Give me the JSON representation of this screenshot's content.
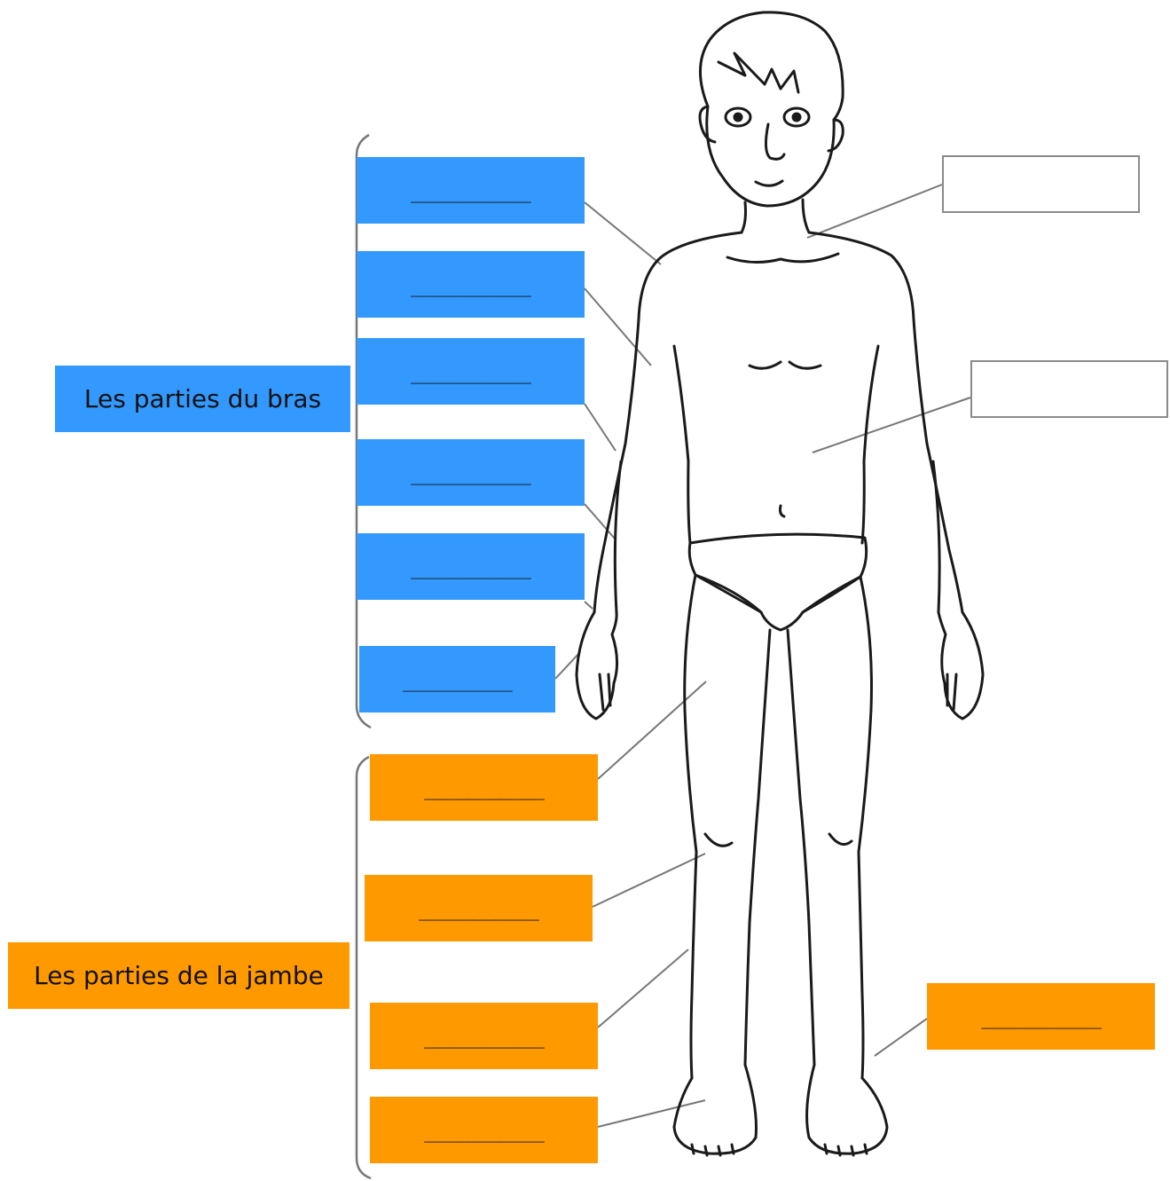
{
  "colors": {
    "arm": "#3399ff",
    "leg": "#ff9900",
    "line": "#777777",
    "outline": "#1a1a1a"
  },
  "groups": {
    "arm_label": "Les parties du bras",
    "leg_label": "Les parties de la jambe"
  },
  "arm_blanks": [
    "___________",
    "___________",
    "___________",
    "___________",
    "___________",
    "__________"
  ],
  "leg_blanks": [
    "___________",
    "___________",
    "___________",
    "___________"
  ],
  "right_blanks": {
    "ankle": "___________"
  },
  "empty_boxes": [
    "neck-box",
    "belly-box"
  ]
}
